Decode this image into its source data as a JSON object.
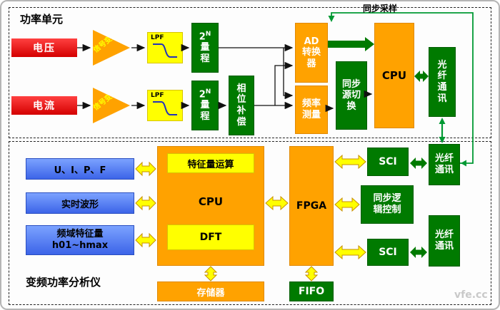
{
  "watermark": "vfe.cc",
  "colors": {
    "box_red": "#dd0000",
    "box_orange": "#ffa200",
    "box_yellow": "#ffff00",
    "box_green": "#007a00",
    "box_blue": "#4f7df0",
    "arrow_black": "#111111",
    "arrow_green": "#009933"
  },
  "power_unit": {
    "title": "功率单元",
    "sync_sampling": "同步采样",
    "voltage": "电压",
    "current": "电流",
    "amp": "信号变送",
    "lpf": "LPF",
    "range_base": "2",
    "range_exp": "N",
    "range_label": "量\n程",
    "phase_comp": "相\n位\n补\n偿",
    "adc": "AD\n转换\n器",
    "freq_meas": "频率\n测量",
    "sync_switch": "同步\n源切\n换",
    "cpu": "CPU",
    "fiber": "光\n纤\n通\n讯"
  },
  "analyzer": {
    "title": "变频功率分析仪",
    "out_uipf": "U、I、P、F",
    "out_wave": "实时波形",
    "out_freq": "频域特征量\nh01~hmax",
    "feature_calc": "特征量运算",
    "cpu": "CPU",
    "dft": "DFT",
    "fpga": "FPGA",
    "sci_top": "SCI",
    "sync_logic": "同步逻\n辑控制",
    "sci_bottom": "SCI",
    "fiber_top": "光纤\n通讯",
    "fiber_bottom": "光纤\n通讯",
    "memory": "存储器",
    "fifo": "FIFO"
  }
}
